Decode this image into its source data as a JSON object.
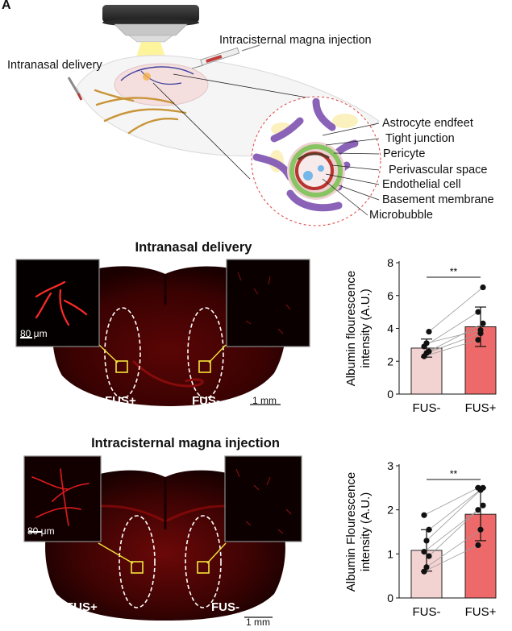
{
  "panel_label": "A",
  "schematic": {
    "intranasal_label": "Intranasal delivery",
    "icm_label": "Intracisternal magna injection",
    "legend": [
      "Astrocyte endfeet",
      "Tight junction",
      "Pericyte",
      "Perivascular space",
      "Endothelial cell",
      "Basement membrane",
      "Microbubble"
    ]
  },
  "panel_b": {
    "title": "Intranasal delivery",
    "scale_inset": "80 μm",
    "scale_main": "1 mm",
    "fus_left": "FUS+",
    "fus_right": "FUS-"
  },
  "panel_c": {
    "title": "Intracisternal magna injection",
    "scale_inset": "80 μm",
    "scale_main": "1 mm",
    "fus_left": "FUS+",
    "fus_right": "FUS-"
  },
  "chart_data": [
    {
      "type": "bar",
      "ylabel": "Albumin flourescence intensity (A.U.)",
      "categories": [
        "FUS-",
        "FUS+"
      ],
      "values": [
        2.8,
        4.1
      ],
      "errors": [
        0.55,
        1.2
      ],
      "colors": [
        "#f3d2d2",
        "#ee6a6a"
      ],
      "ylim": [
        0,
        8
      ],
      "yticks": [
        "0",
        "2",
        "4",
        "6",
        "8"
      ],
      "significance": "**",
      "pairs": [
        [
          2.3,
          3.3
        ],
        [
          2.5,
          3.7
        ],
        [
          2.6,
          4.3
        ],
        [
          2.9,
          5.0
        ],
        [
          3.1,
          3.9
        ],
        [
          3.8,
          6.5
        ]
      ]
    },
    {
      "type": "bar",
      "ylabel": "Albumin Flourescence intensity (A.U.)",
      "categories": [
        "FUS-",
        "FUS+"
      ],
      "values": [
        1.08,
        1.9
      ],
      "errors": [
        0.47,
        0.6
      ],
      "colors": [
        "#f3d2d2",
        "#ee6a6a"
      ],
      "ylim": [
        0,
        3
      ],
      "yticks": [
        "0",
        "1",
        "2",
        "3"
      ],
      "significance": "**",
      "pairs": [
        [
          0.6,
          1.2
        ],
        [
          0.7,
          1.55
        ],
        [
          0.95,
          2.1
        ],
        [
          1.05,
          2.0
        ],
        [
          1.3,
          2.45
        ],
        [
          1.55,
          2.5
        ],
        [
          1.88,
          2.5
        ]
      ]
    }
  ]
}
